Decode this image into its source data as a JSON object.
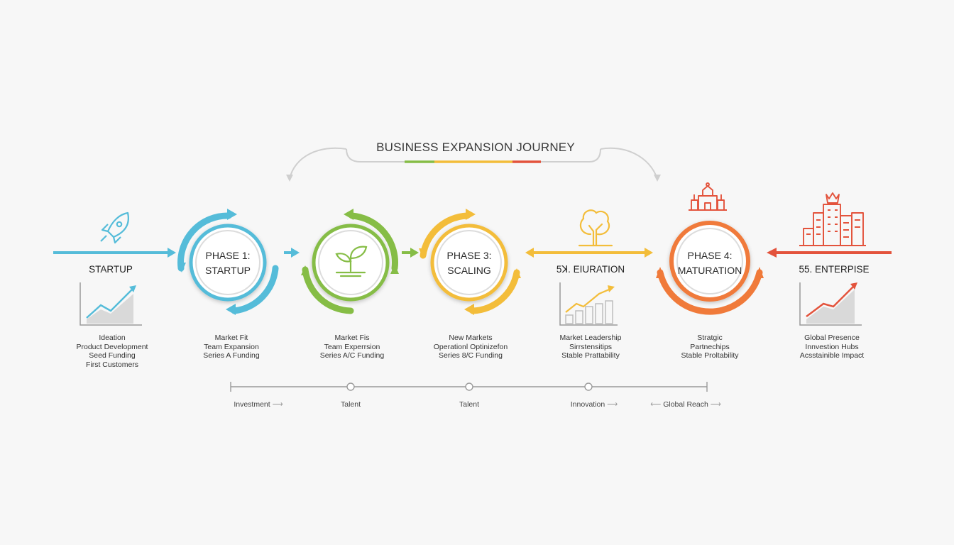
{
  "title": "BUSINESS EXPANSION JOURNEY",
  "colors": {
    "blue": "#55bcd9",
    "green": "#86bd46",
    "yellow": "#f3bd3a",
    "orange": "#f07a3a",
    "red": "#e3533c",
    "gray": "#cfcfcf"
  },
  "stages": [
    {
      "label": "STARTUP",
      "icon": "rocket-icon",
      "chart": "growth-chart-icon",
      "items": [
        "Ideation",
        "Product Development",
        "Seed Funding",
        "First Customers"
      ]
    },
    {
      "label": "5ꓘ. EIURATION",
      "icon": "tree-icon",
      "chart": "bar-growth-chart-icon",
      "items": [
        "Market Leadership",
        "Sirrstensitips",
        "Stable Prattability"
      ]
    },
    {
      "label": "55. ENTERPISE",
      "icon": "skyline-icon",
      "chart": "growth-chart-icon",
      "items": [
        "Global Presence",
        "Innvestion Hubs",
        "Acsstainible Impact"
      ]
    }
  ],
  "phases": [
    {
      "label_line1": "PHASE 1:",
      "label_line2": "STARTUP",
      "items": [
        "Market Fit",
        "Team Expansion",
        "Series A Funding"
      ]
    },
    {
      "icon": "sprout-icon",
      "items": [
        "Market Fis",
        "Team Experrsion",
        "Series A/C Funding"
      ]
    },
    {
      "label_line1": "PHASE 3:",
      "label_line2": "SCALING",
      "items": [
        "New Markets",
        "Operationl Optinizefon",
        "Series 8/C Funding"
      ]
    },
    {
      "label_line1": "PHASE 4:",
      "label_line2": "MATURATION",
      "icon": "castle-icon",
      "items": [
        "Stratgic",
        "Partnechips",
        "Stable Proltability"
      ]
    }
  ],
  "timeline": [
    {
      "label": "Investment",
      "arrow_after": "⟶"
    },
    {
      "label": "Talent"
    },
    {
      "label": "Talent"
    },
    {
      "label": "Innovation",
      "arrow_after": "⟶"
    },
    {
      "label": "Global Reach",
      "arrow_before": "⟵",
      "arrow_after": "⟶"
    }
  ]
}
